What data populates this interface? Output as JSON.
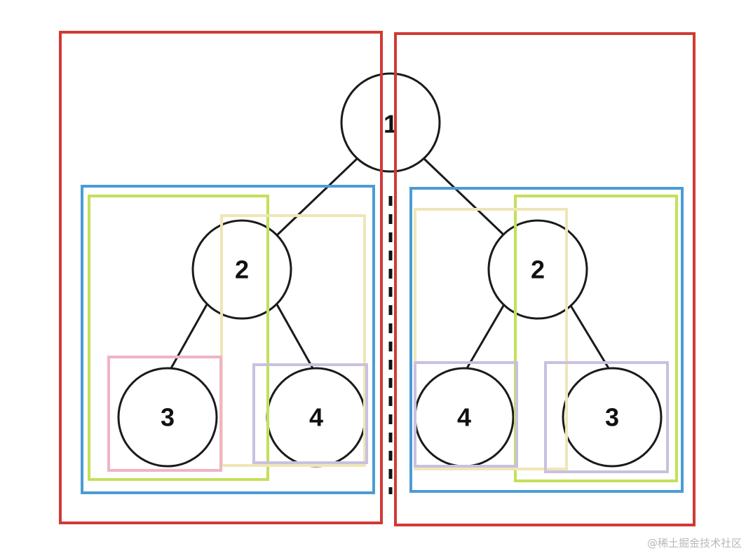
{
  "tree": {
    "root": "1",
    "left_subtree": {
      "root": "2",
      "left": "3",
      "right": "4"
    },
    "right_subtree": {
      "root": "2",
      "left": "4",
      "right": "3"
    }
  },
  "colors": {
    "node_stroke": "#1a1a1a",
    "edge": "#1a1a1a",
    "half_box": "#d03a35",
    "subtree_box": "#4a9cd6",
    "outer_pair_box": "#c2e05a",
    "inner_pair_box": "#efe6b6",
    "leaf_box_left_3": "#f0b4c4",
    "leaf_box_4_and_3": "#c9c0e0",
    "symmetry_axis": "#111111"
  },
  "watermark": "@稀土掘金技术社区"
}
